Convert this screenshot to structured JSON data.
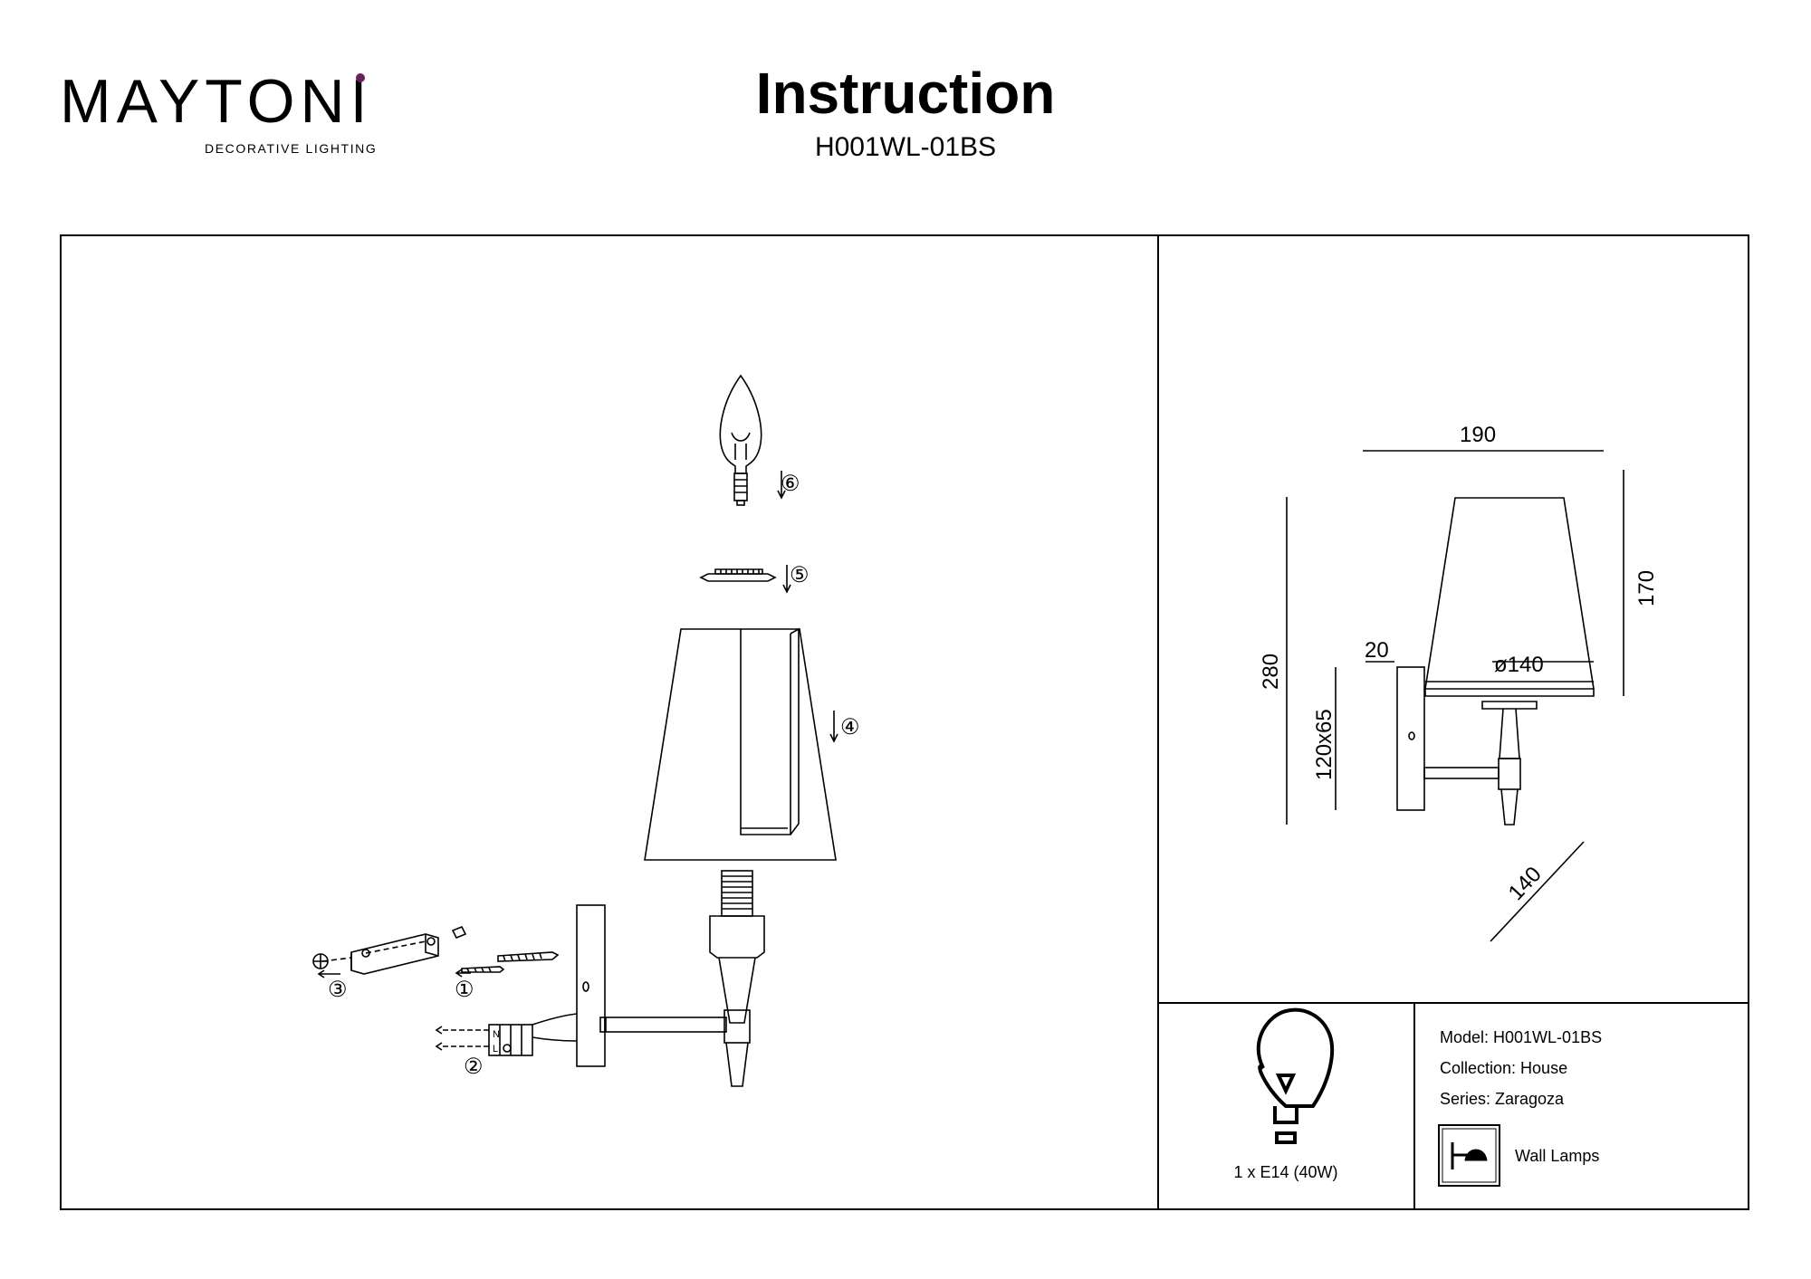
{
  "header": {
    "brand": "MAYTONI",
    "brand_tagline": "DECORATIVE LIGHTING",
    "title": "Instruction",
    "model_code": "H001WL-01BS"
  },
  "assembly": {
    "steps": [
      "①",
      "②",
      "③",
      "④",
      "⑤",
      "⑥"
    ],
    "wire_labels": [
      "N",
      "L"
    ]
  },
  "dimensions": {
    "width": "190",
    "shade_height": "170",
    "total_height": "280",
    "base_depth": "20",
    "plate_size": "120x65",
    "shade_diameter": "ø140",
    "projection": "140"
  },
  "bulb": {
    "spec": "1 x E14 (40W)"
  },
  "info": {
    "model": "Model: H001WL-01BS",
    "collection": "Collection: House",
    "series": "Series: Zaragoza",
    "category": "Wall Lamps"
  },
  "colors": {
    "brand_accent": "#6b1f5c",
    "line": "#000000"
  }
}
